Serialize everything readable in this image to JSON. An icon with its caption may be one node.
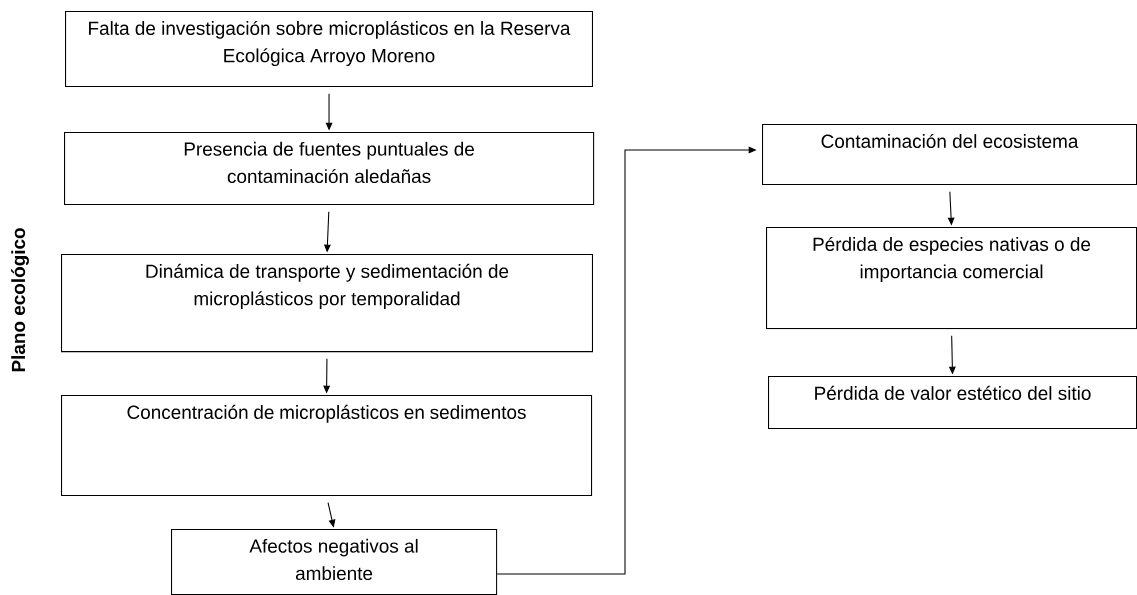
{
  "diagram": {
    "nodes": [
      {
        "text": [
          "Falta de investigación sobre microplásticos en la Reserva Ecológica Arroyo Moreno"
        ]
      },
      {
        "text": [
          "Presencia de fuentes puntuales de contaminación aledañas"
        ]
      },
      {
        "text": [
          "Dinámica de transporte y sedimentación de microplásticos por temporalidad"
        ]
      },
      {
        "text": [
          "Concentración de microplásticos en sedimentos"
        ]
      },
      {
        "text": [
          "Afectos negativos al ambiente"
        ]
      },
      {
        "text": [
          "Contaminación del ecosistema"
        ]
      },
      {
        "text": [
          "Pérdida de especies nativas o de importancia comercial"
        ]
      },
      {
        "text": [
          "Pérdida de valor estético del sitio"
        ]
      }
    ],
    "edges": [
      {
        "from": 0,
        "to": 1,
        "arrow": "to"
      },
      {
        "from": 1,
        "to": 2,
        "arrow": "to"
      },
      {
        "from": 2,
        "to": 3,
        "arrow": "to"
      },
      {
        "from": 3,
        "to": 4,
        "arrow": "to"
      },
      {
        "from": 4,
        "to": 5,
        "arrow": "to"
      },
      {
        "from": 5,
        "to": 6,
        "arrow": "to"
      },
      {
        "from": 6,
        "to": 7,
        "arrow": "to"
      }
    ],
    "labels": [
      "Plano ecológico"
    ]
  }
}
